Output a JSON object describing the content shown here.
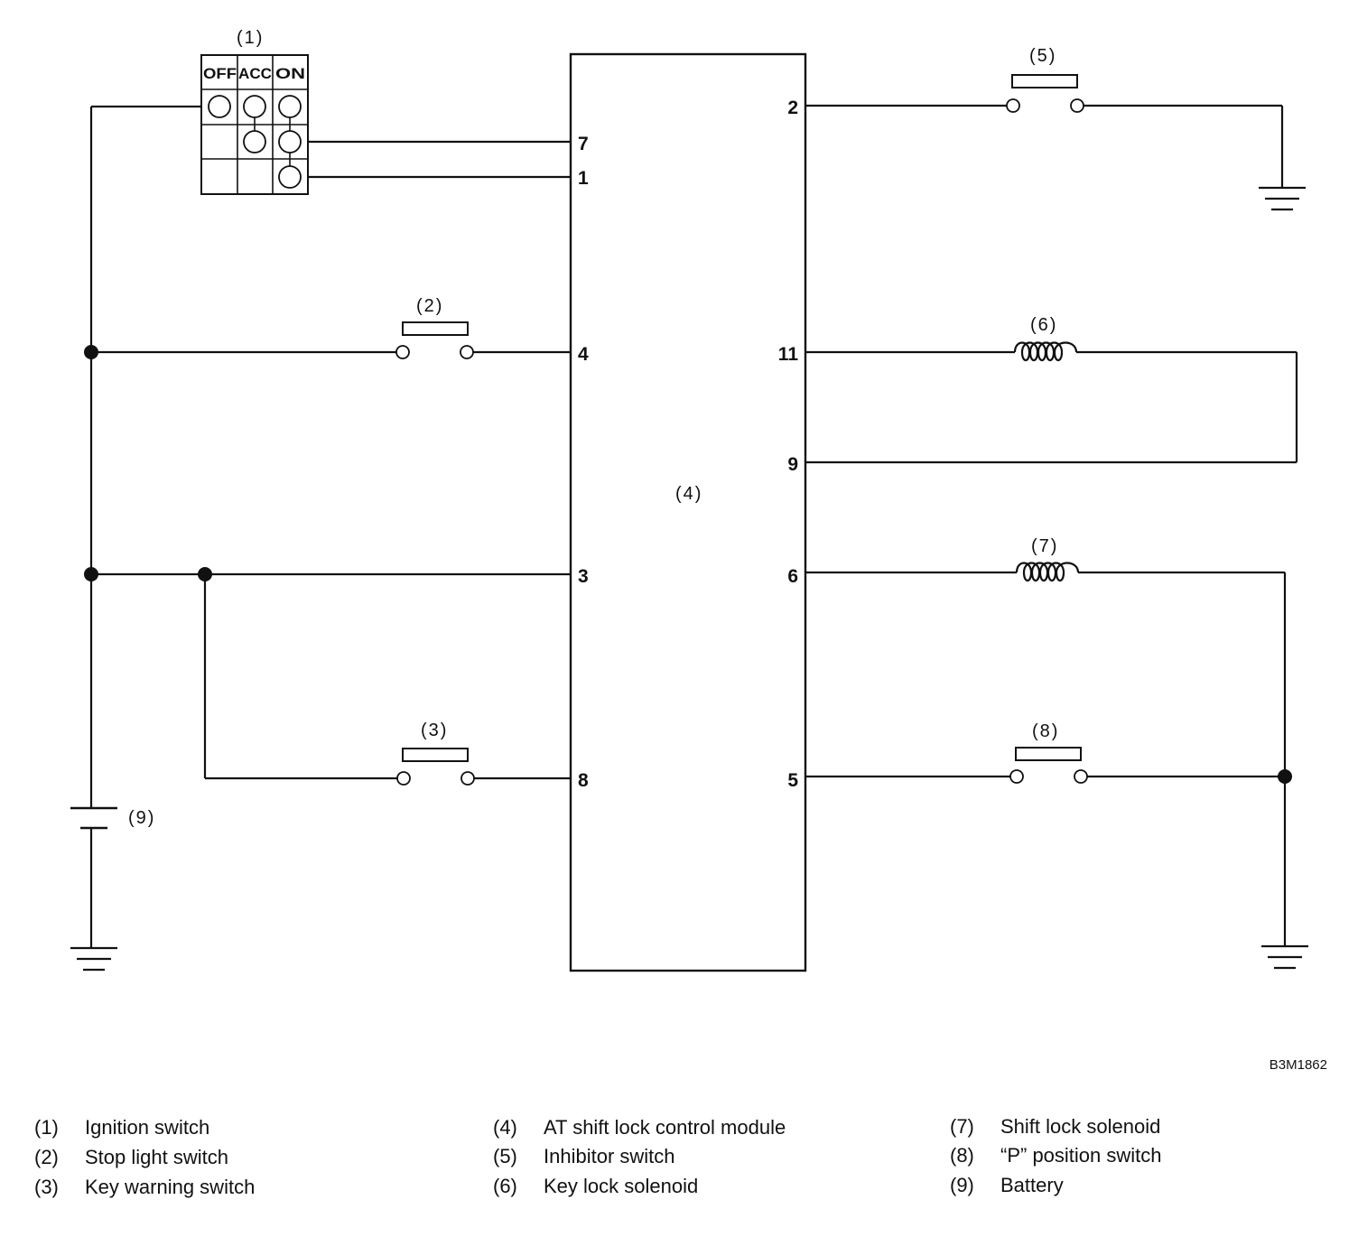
{
  "diagram": {
    "ignition_switch": {
      "label": "(1)",
      "positions": [
        "OFF",
        "ACC",
        "ON"
      ]
    },
    "module": {
      "label": "(4)",
      "left_pins": [
        "7",
        "1",
        "4",
        "3",
        "8"
      ],
      "right_pins": [
        "2",
        "11",
        "9",
        "6",
        "5"
      ]
    },
    "components": {
      "stop_light_switch": "(2)",
      "key_warning_switch": "(3)",
      "inhibitor_switch": "(5)",
      "key_lock_solenoid": "(6)",
      "shift_lock_solenoid": "(7)",
      "p_position_switch": "(8)",
      "battery": "(9)"
    },
    "reference_code": "B3M1862"
  },
  "legend": [
    {
      "num": "(1)",
      "text": "Ignition switch"
    },
    {
      "num": "(2)",
      "text": "Stop light switch"
    },
    {
      "num": "(3)",
      "text": "Key warning switch"
    },
    {
      "num": "(4)",
      "text": "AT shift lock control module"
    },
    {
      "num": "(5)",
      "text": "Inhibitor switch"
    },
    {
      "num": "(6)",
      "text": "Key lock solenoid"
    },
    {
      "num": "(7)",
      "text": "Shift lock solenoid"
    },
    {
      "num": "(8)",
      "text": "“P” position switch"
    },
    {
      "num": "(9)",
      "text": "Battery"
    }
  ]
}
